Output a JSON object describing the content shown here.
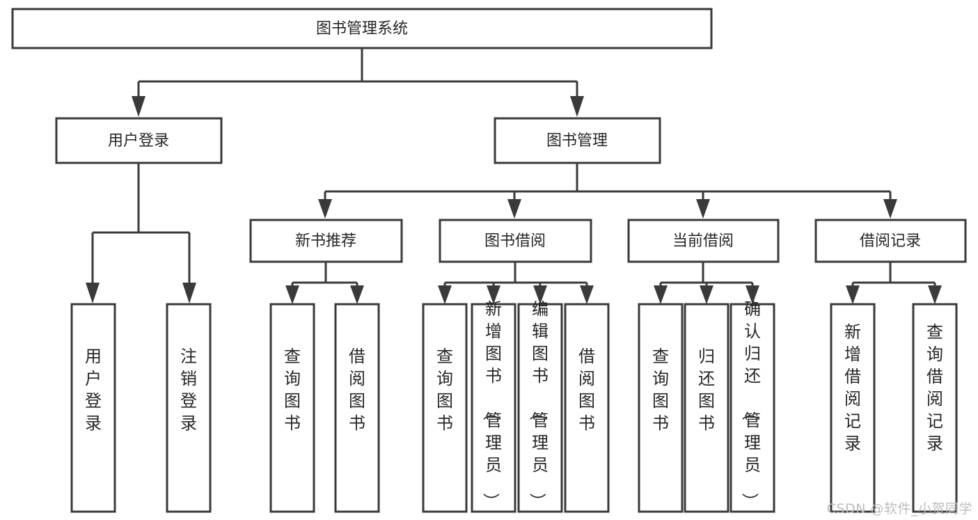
{
  "diagram": {
    "type": "tree-hierarchy-chart",
    "title": "图书管理系统",
    "watermark": "CSDN @软件_小贺同学",
    "colors": {
      "stroke": "#3a3a3a",
      "fill": "#ffffff",
      "text": "#262626",
      "watermark": "#bdbdbd"
    },
    "nodes": {
      "root": {
        "label": "图书管理系统"
      },
      "level2": [
        {
          "label": "用户登录"
        },
        {
          "label": "图书管理"
        }
      ],
      "level3": [
        {
          "label": "新书推荐"
        },
        {
          "label": "图书借阅"
        },
        {
          "label": "当前借阅"
        },
        {
          "label": "借阅记录"
        }
      ],
      "leaves": {
        "user_login": [
          {
            "label": "用户登录"
          },
          {
            "label": "注销登录"
          }
        ],
        "new_book": [
          {
            "label": "查询图书"
          },
          {
            "label": "借阅图书"
          }
        ],
        "book_borrow": [
          {
            "label": "查询图书"
          },
          {
            "label": "新增图书（管理员）"
          },
          {
            "label": "编辑图书（管理员）"
          },
          {
            "label": "借阅图书"
          }
        ],
        "current_borrow": [
          {
            "label": "查询图书"
          },
          {
            "label": "归还图书"
          },
          {
            "label": "确认归还（管理员）"
          }
        ],
        "borrow_record": [
          {
            "label": "新增借阅记录"
          },
          {
            "label": "查询借阅记录"
          }
        ]
      }
    }
  }
}
